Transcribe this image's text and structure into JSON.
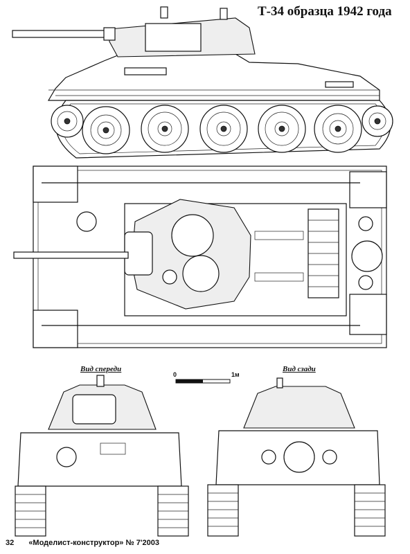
{
  "title": "Т-34 образца 1942 года",
  "views": {
    "front_label": "Вид спереди",
    "rear_label": "Вид сзади"
  },
  "scale": {
    "start": "0",
    "end": "1м"
  },
  "footer": {
    "page_number": "32",
    "publication": "«Моделист-конструктор» № 7'2003"
  }
}
